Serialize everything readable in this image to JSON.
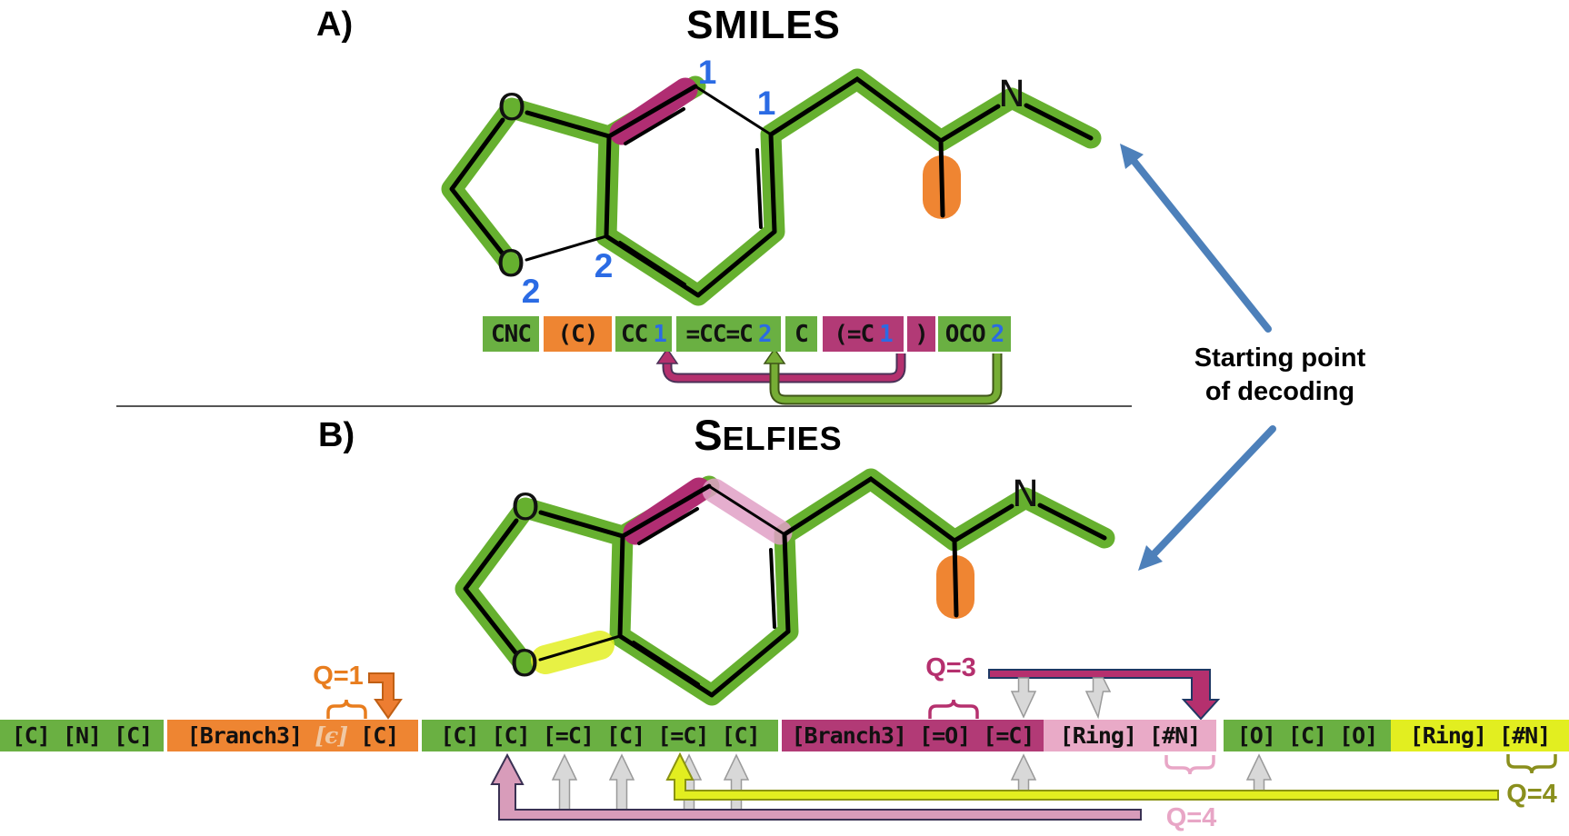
{
  "panel_a": {
    "label": "A)",
    "title": "SMILES",
    "atoms": {
      "o_top": "O",
      "o_bottom": "O",
      "n": "N"
    },
    "ring_digits": {
      "one_open": "1",
      "one_close": "1",
      "two_open": "2",
      "two_close": "2"
    },
    "smiles_tokens": [
      {
        "text": "CNC",
        "digit": ""
      },
      {
        "text": "(C)",
        "digit": ""
      },
      {
        "text": "CC",
        "digit": "1"
      },
      {
        "text": "=CC=C",
        "digit": "2"
      },
      {
        "text": "C",
        "digit": ""
      },
      {
        "text": "(=C",
        "digit": "1"
      },
      {
        "text": ")",
        "digit": ""
      },
      {
        "text": "OCO",
        "digit": "2"
      }
    ]
  },
  "panel_b": {
    "label": "B)",
    "title_first_letter": "S",
    "title_rest": "ELFIES",
    "atoms": {
      "o_top": "O",
      "o_bottom": "O",
      "n": "N"
    },
    "selfies_segments": [
      {
        "tokens": [
          "[C]",
          "[N]",
          "[C]"
        ],
        "color": "green"
      },
      {
        "tokens": [
          "[Branch3]",
          "[ϵ]",
          "[C]"
        ],
        "color": "orange"
      },
      {
        "tokens": [
          "[C]",
          "[C]",
          "[=C]",
          "[C]",
          "[=C]",
          "[C]"
        ],
        "color": "green"
      },
      {
        "tokens": [
          "[Branch3]",
          "[=O]",
          "[=C]"
        ],
        "color": "magenta"
      },
      {
        "tokens": [
          "[Ring]",
          "[#N]"
        ],
        "color": "pink"
      },
      {
        "tokens": [
          "[O]",
          "[C]",
          "[O]"
        ],
        "color": "green"
      },
      {
        "tokens": [
          "[Ring]",
          "[#N]"
        ],
        "color": "yellow"
      }
    ],
    "annotations": {
      "q1": "Q=1",
      "q3": "Q=3",
      "q4_ring_pink": "Q=4",
      "q4_ring_yellow": "Q=4"
    }
  },
  "note": {
    "line1": "Starting point",
    "line2": "of decoding"
  },
  "colors": {
    "highlight_green": "#66b02f",
    "bar_green": "#6ab042",
    "orange": "#ee8532",
    "magenta": "#b23a76",
    "pink": "#e9aac7",
    "yellow": "#e2ee20",
    "digit_blue": "#2b6be4",
    "decode_arrow_blue": "#4d80ba"
  }
}
